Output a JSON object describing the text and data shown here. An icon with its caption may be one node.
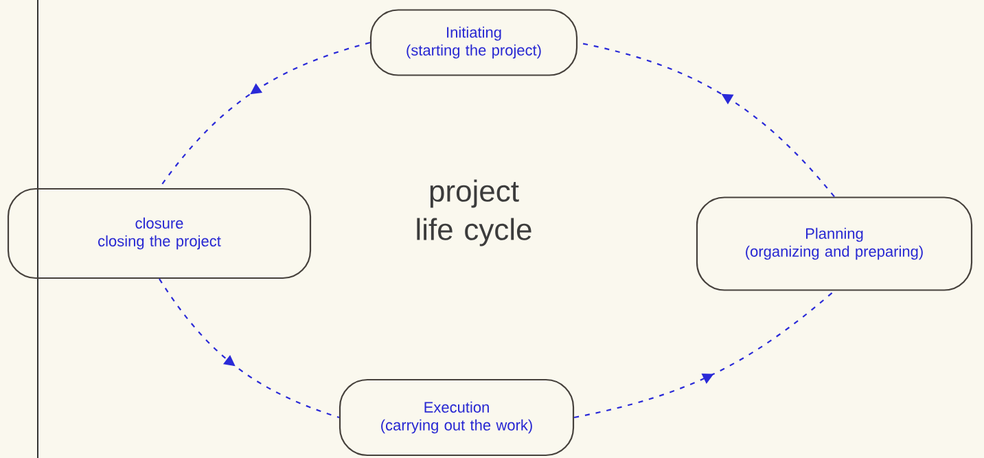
{
  "diagram": {
    "nodes": [
      {
        "text": [
          "Initiating",
          "(starting the project)"
        ]
      },
      {
        "text": [
          "closure",
          "closing the project"
        ]
      },
      {
        "text": [
          "Planning",
          "(organizing and preparing)"
        ]
      },
      {
        "text": [
          "Execution",
          "(carrying out the work)"
        ]
      }
    ],
    "edges": [
      {
        "from": 0,
        "to": 1,
        "arrow": "to",
        "style": "dashed"
      },
      {
        "from": 1,
        "to": 3,
        "arrow": "to",
        "style": "dashed"
      },
      {
        "from": 3,
        "to": 2,
        "arrow": "to",
        "style": "dashed"
      },
      {
        "from": 2,
        "to": 0,
        "arrow": "to",
        "style": "dashed"
      }
    ],
    "labels": [
      "project life cycle"
    ]
  }
}
